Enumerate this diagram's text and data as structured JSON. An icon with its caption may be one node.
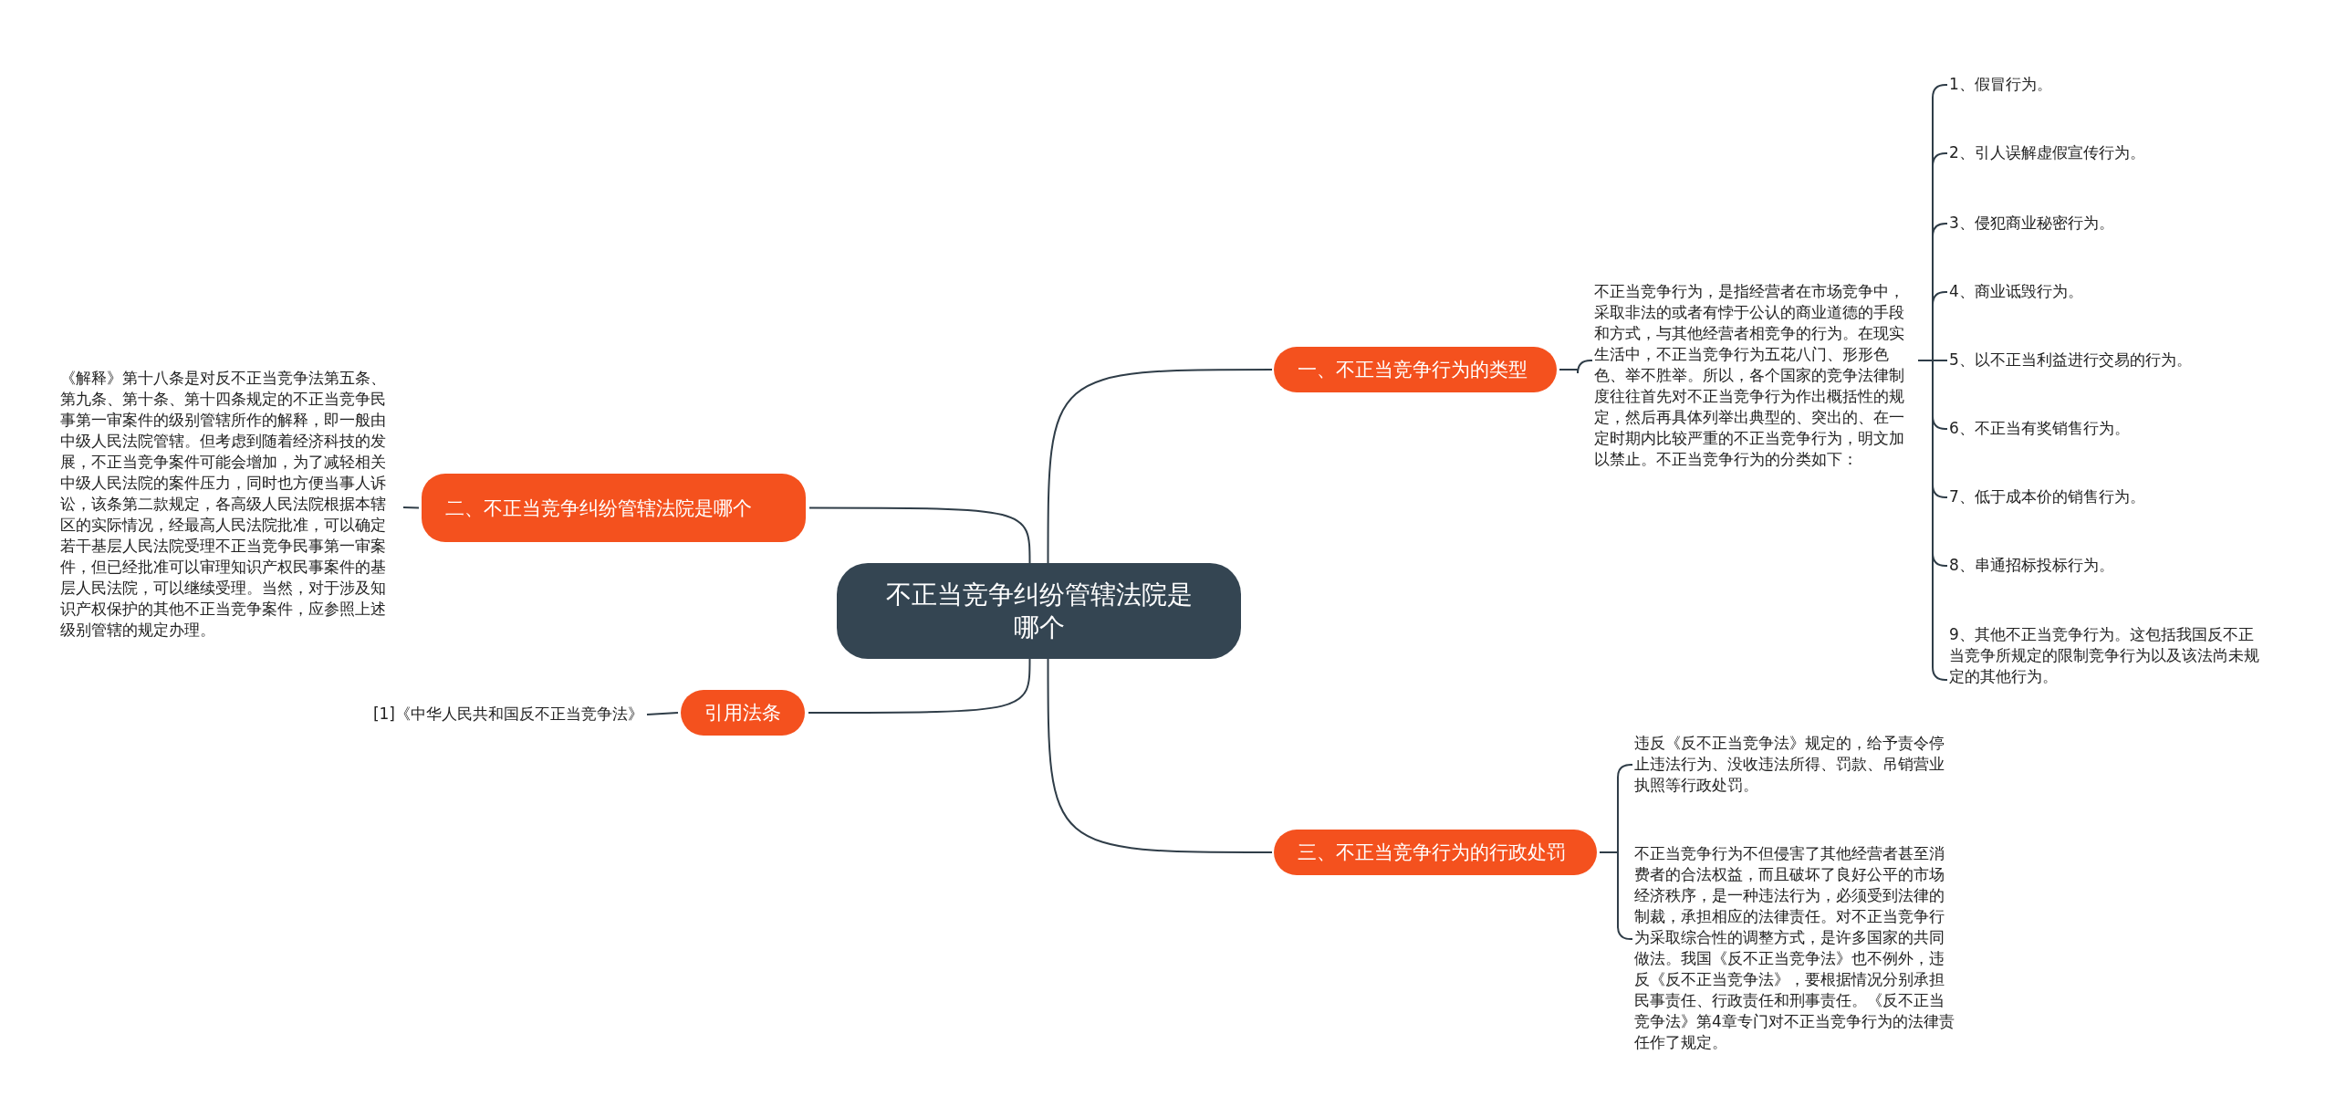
{
  "diagram": {
    "nodes": [
      {
        "text": [
          "不正当竞争纠纷管辖法院是哪个"
        ]
      },
      {
        "text": [
          "一、不正当竞争行为的类型"
        ]
      },
      {
        "text": [
          "不正当竞争行为，是指经营者在市场竞争中，采取非法的或者有悖于公认的商业道德的手段和方式，与其他经营者相竞争的行为。在现实生活中，不正当竞争行为五花八门、形形色色、举不胜举。所以，各个国家的竞争法律制度往往首先对不正当竞争行为作出概括性的规定，然后再具体列举出典型的、突出的、在一定时期内比较严重的不正当竞争行为，明文加以禁止。不正当竞争行为的分类如下："
        ]
      },
      {
        "text": [
          "1、假冒行为。"
        ]
      },
      {
        "text": [
          "2、引人误解虚假宣传行为。"
        ]
      },
      {
        "text": [
          "3、侵犯商业秘密行为。"
        ]
      },
      {
        "text": [
          "4、商业诋毁行为。"
        ]
      },
      {
        "text": [
          "5、以不正当利益进行交易的行为。"
        ]
      },
      {
        "text": [
          "6、不正当有奖销售行为。"
        ]
      },
      {
        "text": [
          "7、低于成本价的销售行为。"
        ]
      },
      {
        "text": [
          "8、串通招标投标行为。"
        ]
      },
      {
        "text": [
          "9、其他不正当竞争行为。这包括我国反不正当竞争所规定的限制竞争行为以及该法尚未规定的其他行为。"
        ]
      },
      {
        "text": [
          "二、不正当竞争纠纷管辖法院是哪个"
        ]
      },
      {
        "text": [
          "《解释》第十八条是对反不正当竞争法第五条、第九条、第十条、第十四条规定的不正当竞争民事第一审案件的级别管辖所作的解释，即一般由中级人民法院管辖。但考虑到随着经济科技的发展，不正当竞争案件可能会增加，为了减轻相关中级人民法院的案件压力，同时也方便当事人诉讼，该条第二款规定，各高级人民法院根据本辖区的实际情况，经最高人民法院批准，可以确定若干基层人民法院受理不正当竞争民事第一审案件，但已经批准可以审理知识产权民事案件的基层人民法院，可以继续受理。当然，对于涉及知识产权保护的其他不正当竞争案件，应参照上述级别管辖的规定办理。"
        ]
      },
      {
        "text": [
          "引用法条"
        ]
      },
      {
        "text": [
          "[1]《中华人民共和国反不正当竞争法》"
        ]
      },
      {
        "text": [
          "三、不正当竞争行为的行政处罚"
        ]
      },
      {
        "text": [
          "违反《反不正当竞争法》规定的，给予责令停止违法行为、没收违法所得、罚款、吊销营业执照等行政处罚。"
        ]
      },
      {
        "text": [
          "不正当竞争行为不但侵害了其他经营者甚至消费者的合法权益，而且破坏了良好公平的市场经济秩序，是一种违法行为，必须受到法律的制裁，承担相应的法律责任。对不正当竞争行为采取综合性的调整方式，是许多国家的共同做法。我国《反不正当竞争法》也不例外，违反《反不正当竞争法》，要根据情况分别承担民事责任、行政责任和刑事责任。《反不正当竞争法》第4章专门对不正当竞争行为的法律责任作了规定。"
        ]
      }
    ],
    "edges": [
      {
        "from": 0,
        "to": 1,
        "arrow": "none"
      },
      {
        "from": 1,
        "to": 2,
        "arrow": "none"
      },
      {
        "from": 2,
        "to": 3,
        "arrow": "none"
      },
      {
        "from": 2,
        "to": 4,
        "arrow": "none"
      },
      {
        "from": 2,
        "to": 5,
        "arrow": "none"
      },
      {
        "from": 2,
        "to": 6,
        "arrow": "none"
      },
      {
        "from": 2,
        "to": 7,
        "arrow": "none"
      },
      {
        "from": 2,
        "to": 8,
        "arrow": "none"
      },
      {
        "from": 2,
        "to": 9,
        "arrow": "none"
      },
      {
        "from": 2,
        "to": 10,
        "arrow": "none"
      },
      {
        "from": 2,
        "to": 11,
        "arrow": "none"
      },
      {
        "from": 0,
        "to": 12,
        "arrow": "none"
      },
      {
        "from": 12,
        "to": 13,
        "arrow": "none"
      },
      {
        "from": 0,
        "to": 14,
        "arrow": "none"
      },
      {
        "from": 14,
        "to": 15,
        "arrow": "none"
      },
      {
        "from": 0,
        "to": 16,
        "arrow": "none"
      },
      {
        "from": 16,
        "to": 17,
        "arrow": "none"
      },
      {
        "from": 16,
        "to": 18,
        "arrow": "none"
      }
    ]
  }
}
